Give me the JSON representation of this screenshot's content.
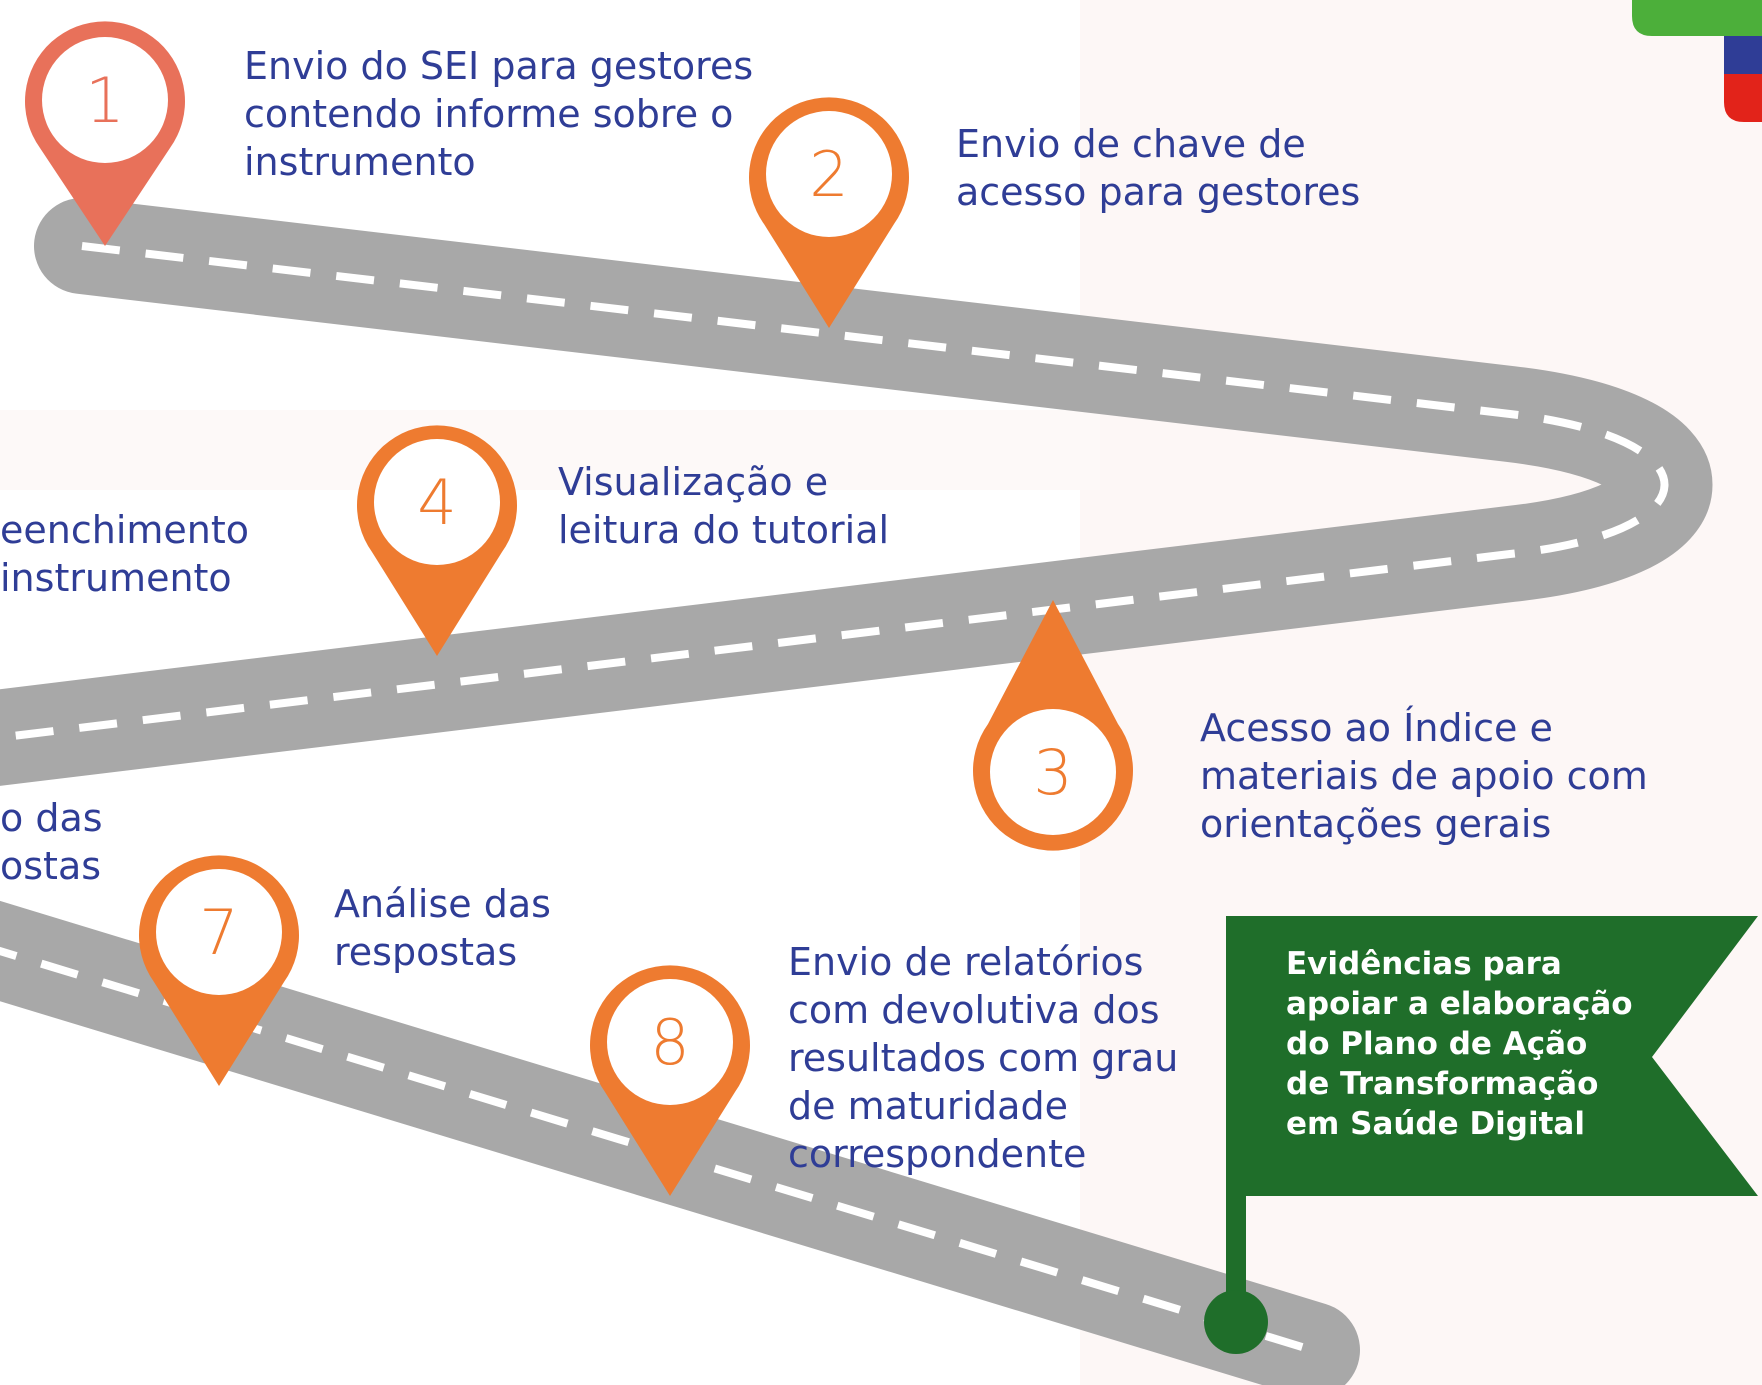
{
  "colors": {
    "road": "#a8a8a8",
    "road_dash": "#ffffff",
    "pin_1": "#e8715a",
    "pin_default": "#ee7b30",
    "text": "#2f3d96",
    "flag": "#1f6e2a",
    "brand_green": "#4caf3a",
    "brand_blue": "#2f3d96",
    "brand_red": "#e2231a"
  },
  "steps": [
    {
      "number": "1",
      "text": "Envio do SEI para gestores\ncontendo informe sobre o\ninstrumento"
    },
    {
      "number": "2",
      "text": "Envio de chave de\nacesso para gestores"
    },
    {
      "number": "3",
      "text": "Acesso ao Índice e\nmateriais de apoio com\norientações gerais"
    },
    {
      "number": "4",
      "text": "Visualização e\nleitura do tutorial"
    },
    {
      "number": "7",
      "text": "Análise das\nrespostas"
    },
    {
      "number": "8",
      "text": "Envio de relatórios\ncom devolutiva dos\nresultados com grau\nde maturidade\ncorrespondente"
    }
  ],
  "partial_texts": {
    "step_5_fragment": "eenchimento\n instrumento",
    "step_6_fragment": "o das\nostas"
  },
  "flag": {
    "text": "Evidências para\napoiar a elaboração\ndo Plano de Ação\nde Transformação\nem Saúde Digital"
  }
}
